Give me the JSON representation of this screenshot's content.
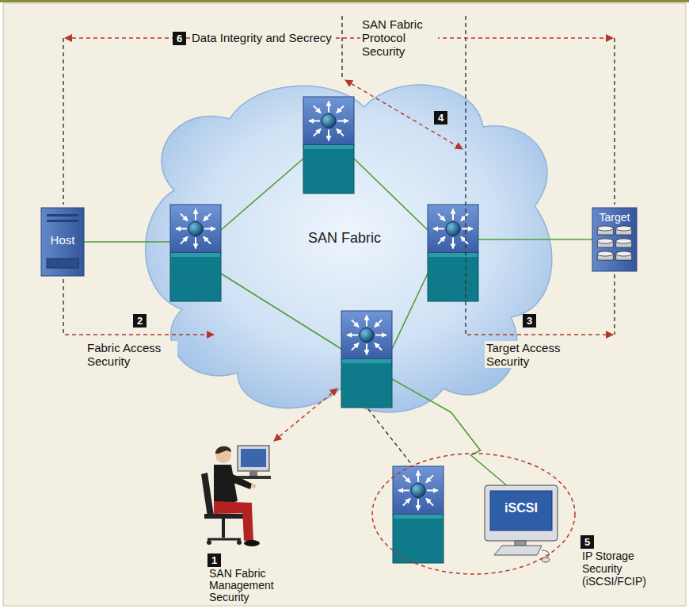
{
  "diagram": {
    "nodes": [
      {
        "text": [
          "Host"
        ]
      },
      {
        "text": [
          "SAN Fabric"
        ]
      },
      {
        "text": [
          "Target"
        ]
      },
      {
        "text": [
          "iSCSI"
        ]
      }
    ],
    "edges": [
      {
        "from": 0,
        "to": 1,
        "arrow": "none"
      },
      {
        "from": 2,
        "to": 1,
        "arrow": "none"
      },
      {
        "from": 3,
        "to": 1,
        "arrow": "none"
      }
    ],
    "labels": [
      "6",
      "Data Integrity and Secrecy",
      "SAN Fabric Protocol Security",
      "4",
      "2",
      "Fabric Access Security",
      "3",
      "Target Access Security",
      "1",
      "SAN Fabric Management Security",
      "5",
      "IP Storage Security (iSCSI/FCIP)"
    ]
  }
}
